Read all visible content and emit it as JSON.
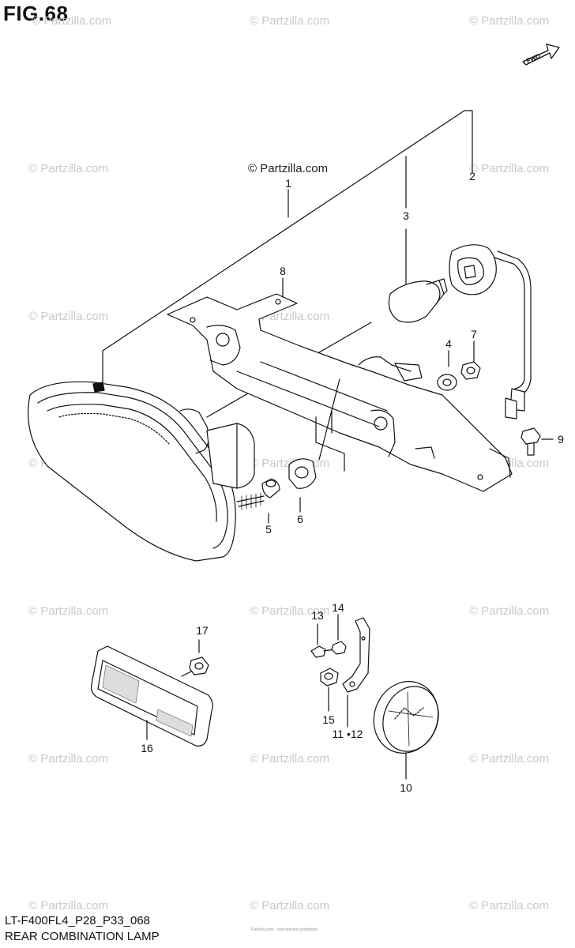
{
  "figure": {
    "title": "FIG.68",
    "fwd_label": "FWD",
    "watermark_main": "© Partzilla.com",
    "watermark_faint": "© Partzilla.com",
    "model_code": "LT-F400FL4_P28_P33_068",
    "caption": "REAR COMBINATION LAMP",
    "small_note": "Partzilla.com · reproduction prohibited"
  },
  "callouts": [
    "1",
    "2",
    "3",
    "4",
    "5",
    "6",
    "7",
    "8",
    "9",
    "10",
    "11 •12",
    "13",
    "14",
    "15",
    "16",
    "17"
  ],
  "colors": {
    "line": "#111111",
    "watermark": "#c9c9c9"
  }
}
